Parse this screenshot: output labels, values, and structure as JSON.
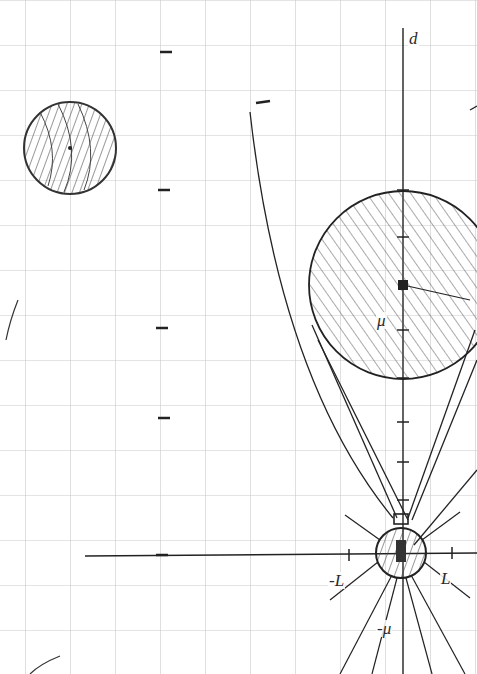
{
  "diagram": {
    "labels": [
      "d",
      "μ",
      "-L",
      "L",
      "-μ"
    ]
  }
}
